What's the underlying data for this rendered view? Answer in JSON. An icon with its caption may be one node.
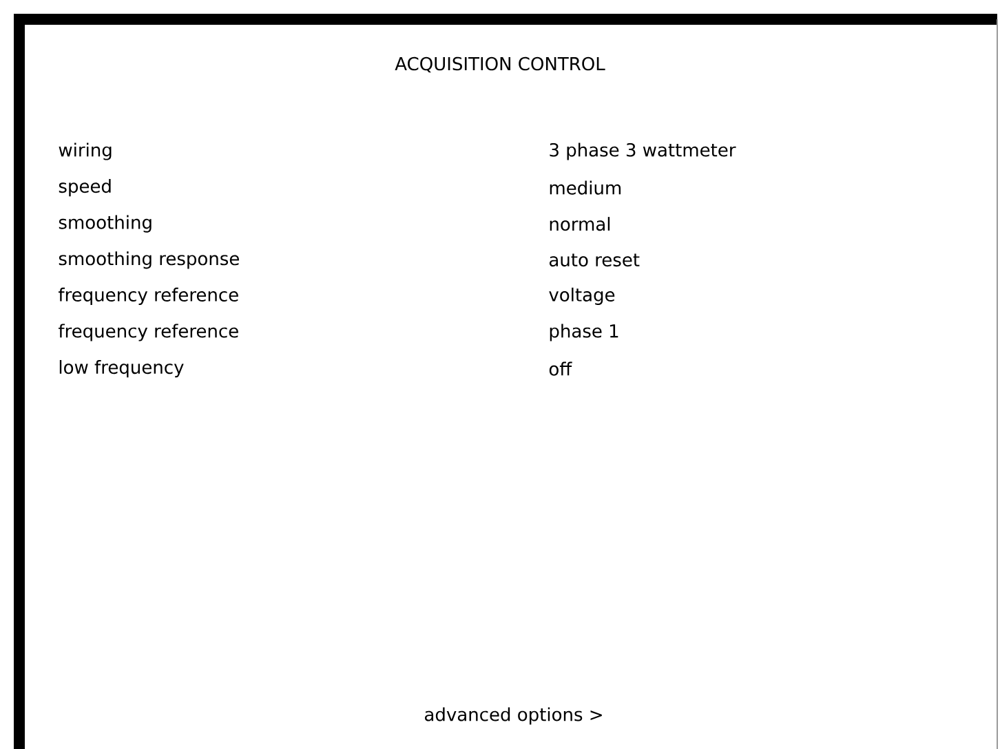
{
  "diagram": {
    "title": "ACQUISITION CONTROL",
    "labels": [
      "wiring",
      "3 phase 3 wattmeter",
      "speed",
      "medium",
      "smoothing",
      "normal",
      "smoothing response",
      "auto reset",
      "frequency reference",
      "voltage",
      "frequency reference",
      "phase 1",
      "low frequency",
      "off",
      "advanced options >"
    ]
  }
}
